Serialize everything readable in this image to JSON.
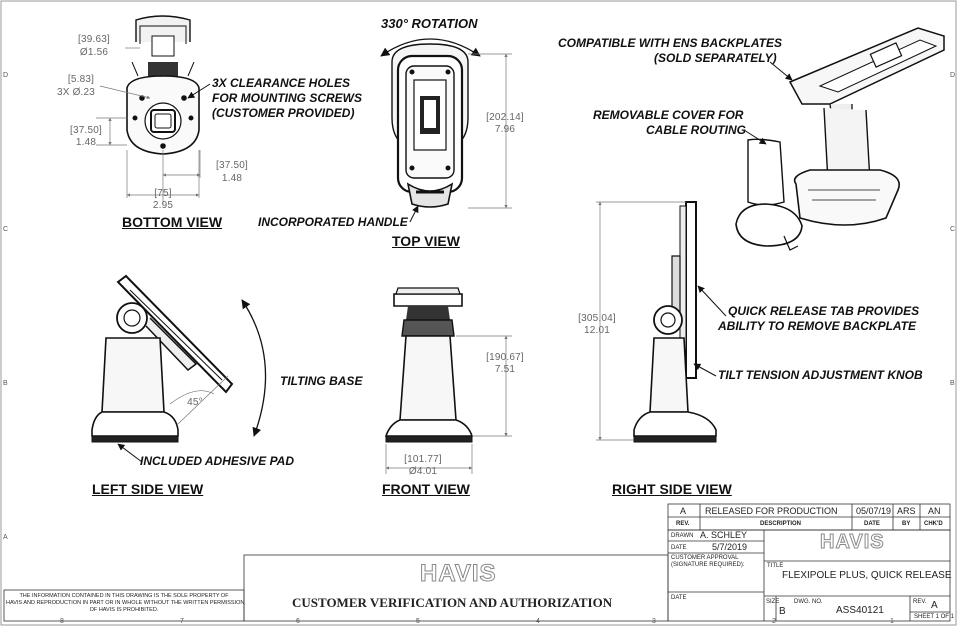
{
  "callouts": {
    "rotation": "330° ROTATION",
    "clearance_1": "3X CLEARANCE HOLES",
    "clearance_2": "FOR MOUNTING SCREWS",
    "clearance_3": "(CUSTOMER PROVIDED)",
    "ens_1": "COMPATIBLE WITH ENS BACKPLATES",
    "ens_2": "(SOLD SEPARATELY)",
    "cover_1": "REMOVABLE COVER FOR",
    "cover_2": "CABLE ROUTING",
    "handle": "INCORPORATED HANDLE",
    "tilting": "TILTING BASE",
    "qr_1": "QUICK RELEASE TAB PROVIDES",
    "qr_2": "ABILITY TO REMOVE BACKPLATE",
    "tilt_knob": "TILT TENSION ADJUSTMENT KNOB",
    "pad": "INCLUDED ADHESIVE PAD"
  },
  "view_titles": {
    "bottom": "BOTTOM VIEW",
    "top": "TOP VIEW",
    "left": "LEFT SIDE VIEW",
    "front": "FRONT VIEW",
    "right": "RIGHT SIDE VIEW"
  },
  "dimensions": {
    "d1_mm": "[39.63]",
    "d1_in": "Ø1.56",
    "d2_mm": "[5.83]",
    "d2_in": "3X  Ø.23",
    "d3_mm": "[37.50]",
    "d3_in": "1.48",
    "d4_mm": "[37.50]",
    "d4_in": "1.48",
    "d5_mm": "[75]",
    "d5_in": "2.95",
    "d6_mm": "[202.14]",
    "d6_in": "7.96",
    "d7_mm": "[190.67]",
    "d7_in": "7.51",
    "d8_mm": "[101.77]",
    "d8_in": "Ø4.01",
    "d9_mm": "[305.04]",
    "d9_in": "12.01",
    "angle": "45°"
  },
  "title_block": {
    "rev_letter": "A",
    "rev_desc": "RELEASED FOR PRODUCTION",
    "rev_date": "05/07/19",
    "rev_by": "ARS",
    "rev_chk": "AN",
    "hdr_rev": "REV.",
    "hdr_desc": "DESCRIPTION",
    "hdr_date": "DATE",
    "hdr_by": "BY",
    "hdr_chk": "CHK'D",
    "drawn_label": "DRAWN",
    "drawn_by": "A. SCHLEY",
    "date_label": "DATE",
    "drawn_date": "5/7/2019",
    "approval_1": "CUSTOMER APPROVAL",
    "approval_2": "(SIGNATURE REQUIRED):",
    "date_label2": "DATE",
    "title_label": "TITLE",
    "title": "FLEXIPOLE PLUS, QUICK RELEASE",
    "size_label": "SIZE",
    "size": "B",
    "dwg_label": "DWG.  NO.",
    "dwg_no": "ASS40121",
    "rev_label": "REV.",
    "rev": "A",
    "sheet": "SHEET 1 OF 1",
    "logo": "HAVIS",
    "verification": "CUSTOMER  VERIFICATION AND AUTHORIZATION",
    "notice_1": "THE INFORMATION CONTAINED IN THIS DRAWING IS THE SOLE PROPERTY OF",
    "notice_2": "HAVIS AND REPRODUCTION IN PART OR IN WHOLE WITHOUT THE WRITTEN PERMISSION",
    "notice_3": "OF HAVIS IS PROHIBITED."
  },
  "border": {
    "cols": [
      "8",
      "7",
      "6",
      "5",
      "4",
      "3",
      "2",
      "1"
    ],
    "rows": [
      "D",
      "C",
      "B",
      "A"
    ]
  }
}
